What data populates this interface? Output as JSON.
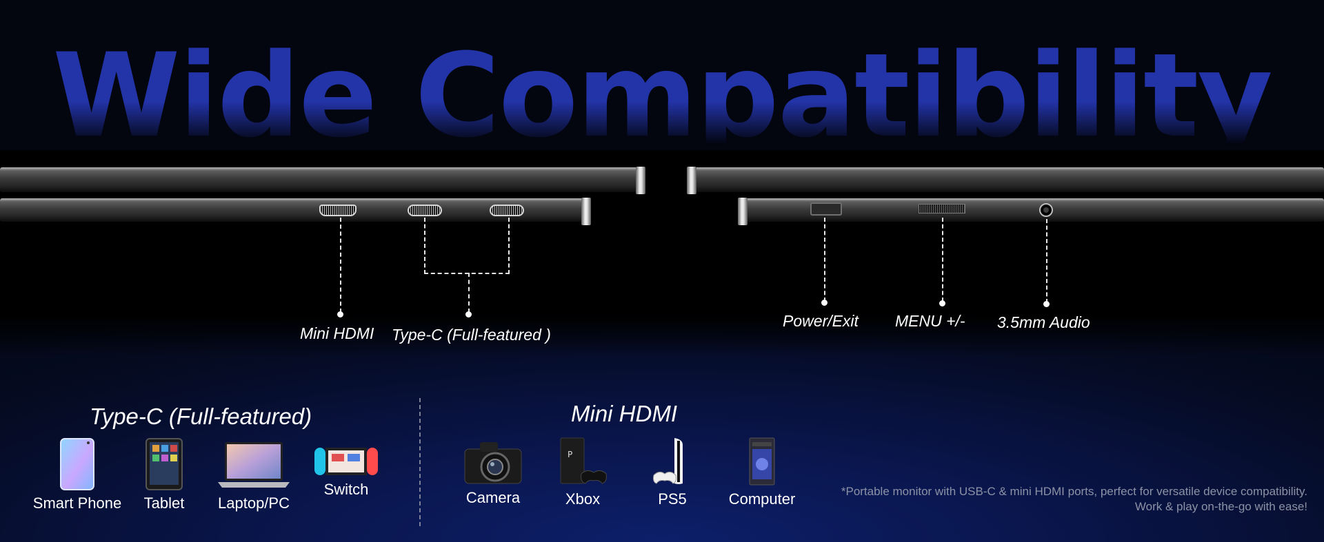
{
  "headline": "Wide Compatibility",
  "ports_left": {
    "labels": {
      "mini_hdmi": "Mini HDMI",
      "type_c": "Type-C (Full-featured )"
    }
  },
  "ports_right": {
    "labels": {
      "power": "Power/Exit",
      "menu": "MENU +/-",
      "audio": "3.5mm Audio"
    }
  },
  "sections": {
    "type_c": {
      "title": "Type-C (Full-featured)",
      "devices": [
        {
          "label": "Smart Phone",
          "icon": "smartphone-icon"
        },
        {
          "label": "Tablet",
          "icon": "tablet-icon"
        },
        {
          "label": "Laptop/PC",
          "icon": "laptop-icon"
        },
        {
          "label": "Switch",
          "icon": "game-console-switch-icon"
        }
      ]
    },
    "mini_hdmi": {
      "title": "Mini HDMI",
      "devices": [
        {
          "label": "Camera",
          "icon": "camera-icon"
        },
        {
          "label": "Xbox",
          "icon": "game-console-icon"
        },
        {
          "label": "PS5",
          "icon": "ps5-console-icon"
        },
        {
          "label": "Computer",
          "icon": "desktop-tower-icon"
        }
      ]
    }
  },
  "footnote": {
    "line1": "*Portable monitor with USB-C & mini HDMI ports, perfect for versatile device compatibility.",
    "line2": "Work & play on-the-go with ease!"
  },
  "colors": {
    "headline": "#2334a8",
    "background_top": "#03050f",
    "background_bottom": "#0d1f6a",
    "footnote": "#8c92a6"
  }
}
